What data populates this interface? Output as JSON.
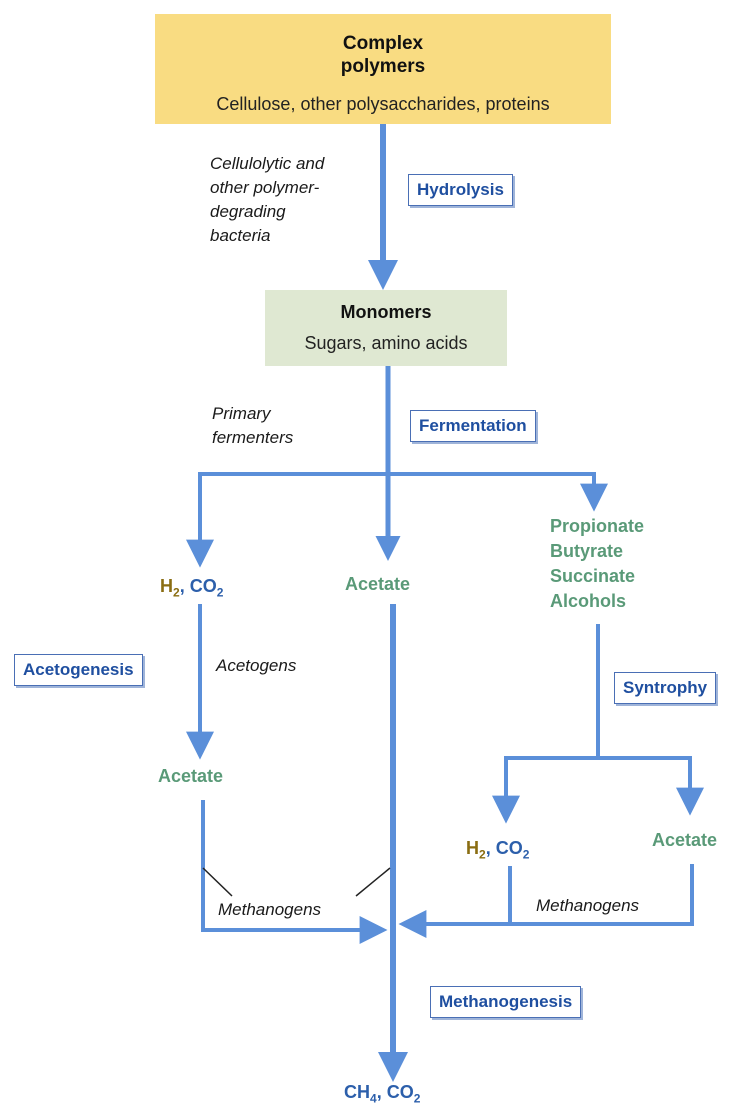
{
  "complex": {
    "title_line1": "Complex",
    "title_line2": "polymers",
    "subtitle": "Cellulose, other polysaccharides, proteins"
  },
  "monomers": {
    "title": "Monomers",
    "subtitle": "Sugars, amino acids"
  },
  "processes": {
    "hydrolysis": "Hydrolysis",
    "fermentation": "Fermentation",
    "acetogenesis": "Acetogenesis",
    "syntrophy": "Syntrophy",
    "methanogenesis": "Methanogenesis"
  },
  "organisms": {
    "hydrolysis": [
      "Cellulolytic and",
      "other polymer-",
      "degrading",
      "bacteria"
    ],
    "fermenters": [
      "Primary",
      "fermenters"
    ],
    "acetogens": "Acetogens",
    "methanogens_left": "Methanogens",
    "methanogens_right": "Methanogens"
  },
  "products": {
    "h2_left": "H",
    "h2_left_sub": "2",
    "co2_left": "CO",
    "co2_left_sub": "2",
    "acetate_center": "Acetate",
    "propionate": "Propionate",
    "butyrate": "Butyrate",
    "succinate": "Succinate",
    "alcohols": "Alcohols",
    "acetate_left": "Acetate",
    "h2_right": "H",
    "h2_right_sub": "2",
    "co2_right": "CO",
    "co2_right_sub": "2",
    "acetate_right": "Acetate",
    "ch4": "CH",
    "ch4_sub": "4",
    "co2_final": "CO",
    "co2_final_sub": "2"
  },
  "colors": {
    "arrow": "#5b8fd9",
    "process_text": "#1f4fa0",
    "green_product": "#5a9a78",
    "h2": "#8a6d12",
    "co2": "#2c5fab"
  }
}
